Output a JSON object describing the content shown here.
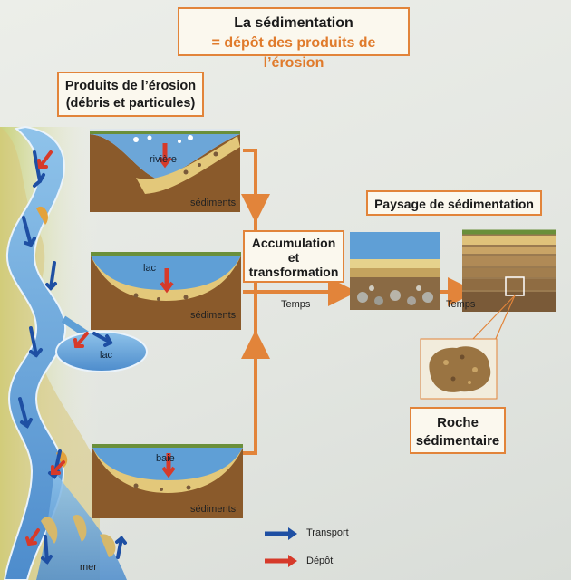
{
  "title": {
    "line1": "La sédimentation",
    "line2": "= dépôt des produits de l’érosion"
  },
  "produits": {
    "line1": "Produits de l’érosion",
    "line2": "(débris et particules)"
  },
  "basins": {
    "riviere": {
      "label": "rivière",
      "sediments": "sédiments"
    },
    "lac": {
      "label": "lac",
      "sediments": "sédiments"
    },
    "baie": {
      "label": "baie",
      "sediments": "sédiments"
    }
  },
  "river": {
    "lac_label": "lac",
    "mer_label": "mer"
  },
  "accumulation": {
    "line1": "Accumulation",
    "line2": "et",
    "line3": "transformation"
  },
  "temps_1": "Temps",
  "temps_2": "Temps",
  "paysage": "Paysage de sédimentation",
  "roche": {
    "line1": "Roche",
    "line2": "sédimentaire"
  },
  "legend": {
    "transport": "Transport",
    "depot": "Dépôt"
  },
  "colors": {
    "accent": "#e2843a",
    "transport": "#1e4fa3",
    "depot": "#d63a2a",
    "water": "#5f9fd6"
  }
}
